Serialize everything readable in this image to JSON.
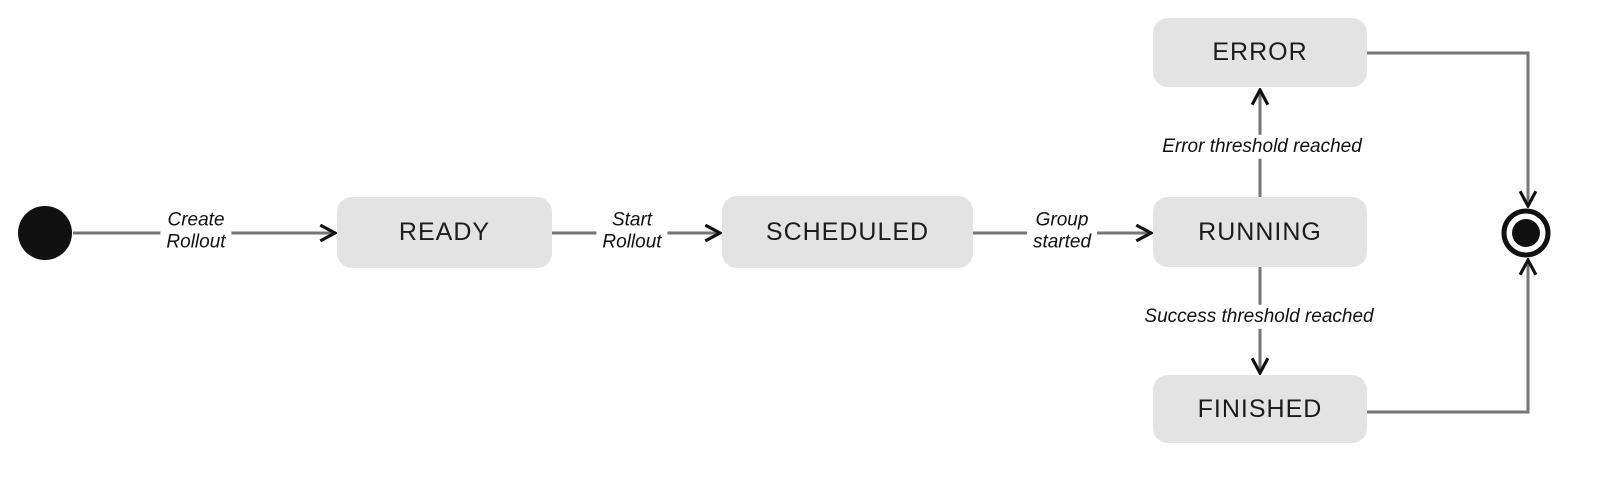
{
  "diagram": {
    "type": "state-machine",
    "pseudostates": [
      {
        "id": "initial",
        "kind": "initial"
      },
      {
        "id": "final",
        "kind": "final"
      }
    ],
    "states": [
      {
        "id": "ready",
        "label": "READY"
      },
      {
        "id": "scheduled",
        "label": "SCHEDULED"
      },
      {
        "id": "running",
        "label": "RUNNING"
      },
      {
        "id": "error",
        "label": "ERROR"
      },
      {
        "id": "finished",
        "label": "FINISHED"
      }
    ],
    "transitions": [
      {
        "from": "initial",
        "to": "ready",
        "label": "Create\nRollout"
      },
      {
        "from": "ready",
        "to": "scheduled",
        "label": "Start\nRollout"
      },
      {
        "from": "scheduled",
        "to": "running",
        "label": "Group\nstarted"
      },
      {
        "from": "running",
        "to": "error",
        "label": "Error threshold reached"
      },
      {
        "from": "running",
        "to": "finished",
        "label": "Success threshold reached"
      },
      {
        "from": "error",
        "to": "final",
        "label": ""
      },
      {
        "from": "finished",
        "to": "final",
        "label": ""
      }
    ]
  },
  "colors": {
    "state_fill": "#e3e3e3",
    "state_text": "#1c1c1c",
    "line_color": "#757575",
    "arrow_color": "#111111",
    "label_text": "#111111",
    "bg_color": "#ffffff"
  }
}
